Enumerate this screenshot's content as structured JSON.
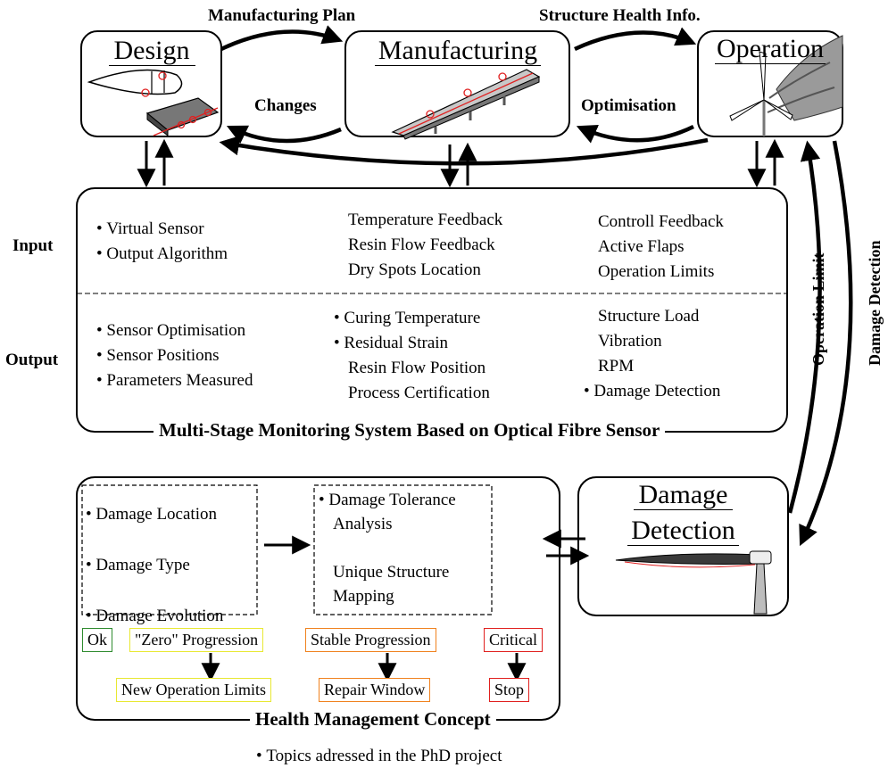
{
  "stages": {
    "design": "Design",
    "manufacturing": "Manufacturing",
    "operation": "Operation",
    "damage_detection_line1": "Damage",
    "damage_detection_line2": "Detection"
  },
  "arrows": {
    "manufacturing_plan": "Manufacturing Plan",
    "structure_health_info": "Structure Health Info.",
    "changes": "Changes",
    "optimisation": "Optimisation",
    "operation_limit": "Operation Limit",
    "damage_detection": "Damage Detection"
  },
  "monitoring": {
    "title": "Multi-Stage Monitoring System Based on Optical Fibre Sensor",
    "input_label": "Input",
    "output_label": "Output",
    "design_input": [
      "Virtual Sensor",
      "Output Algorithm"
    ],
    "manufacturing_input": [
      "Temperature Feedback",
      "Resin Flow Feedback",
      "Dry Spots Location"
    ],
    "operation_input": [
      "Controll Feedback",
      "Active Flaps",
      "Operation Limits"
    ],
    "design_output": [
      "Sensor Optimisation",
      "Sensor Positions",
      "Parameters Measured"
    ],
    "manufacturing_output": [
      "Curing Temperature",
      "Residual Strain",
      "Resin Flow Position",
      "Process Certification"
    ],
    "operation_output": [
      "Structure Load",
      "Vibration",
      "RPM",
      "Damage Detection"
    ]
  },
  "health": {
    "title": "Health Management Concept",
    "damage_list": [
      "Damage Location",
      "Damage Type",
      "Damage Evolution"
    ],
    "tolerance_line1": "Damage Tolerance",
    "tolerance_line2": "Analysis",
    "mapping_line1": "Unique Structure",
    "mapping_line2": "Mapping",
    "status": {
      "ok": "Ok",
      "zero": "\"Zero\" Progression",
      "stable": "Stable Progression",
      "critical": "Critical",
      "new_limits": "New Operation Limits",
      "repair": "Repair Window",
      "stop": "Stop"
    }
  },
  "legend": "Topics adressed in the PhD project",
  "colors": {
    "ok": "#2e8b2e",
    "zero": "#e8e832",
    "stable": "#f0821e",
    "critical": "#e0201e",
    "rotor": "#6f6f6f",
    "sensor": "#e02020"
  }
}
